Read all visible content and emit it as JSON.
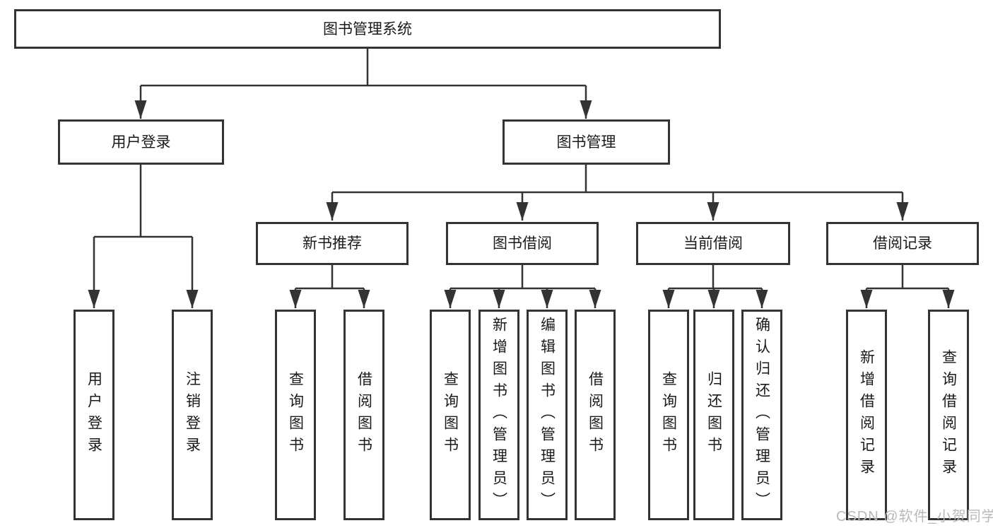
{
  "tree": {
    "root": {
      "label": "图书管理系统"
    },
    "branches": [
      {
        "label": "用户登录",
        "children": [
          {
            "label": "用户登录"
          },
          {
            "label": "注销登录"
          }
        ]
      },
      {
        "label": "图书管理",
        "children": [
          {
            "label": "新书推荐",
            "children": [
              {
                "label": "查询图书"
              },
              {
                "label": "借阅图书"
              }
            ]
          },
          {
            "label": "图书借阅",
            "children": [
              {
                "label": "查询图书"
              },
              {
                "label": "新增图书（管理员）"
              },
              {
                "label": "编辑图书（管理员）"
              },
              {
                "label": "借阅图书"
              }
            ]
          },
          {
            "label": "当前借阅",
            "children": [
              {
                "label": "查询图书"
              },
              {
                "label": "归还图书"
              },
              {
                "label": "确认归还（管理员）"
              }
            ]
          },
          {
            "label": "借阅记录",
            "children": [
              {
                "label": "新增借阅记录"
              },
              {
                "label": "查询借阅记录"
              }
            ]
          }
        ]
      }
    ]
  },
  "watermark": {
    "text": "CSDN @软件_小贺同学"
  },
  "colors": {
    "line": "#333333",
    "box_border": "#333333",
    "text": "#1a1a1a",
    "watermark": "#b9b9b9",
    "background": "#ffffff"
  }
}
